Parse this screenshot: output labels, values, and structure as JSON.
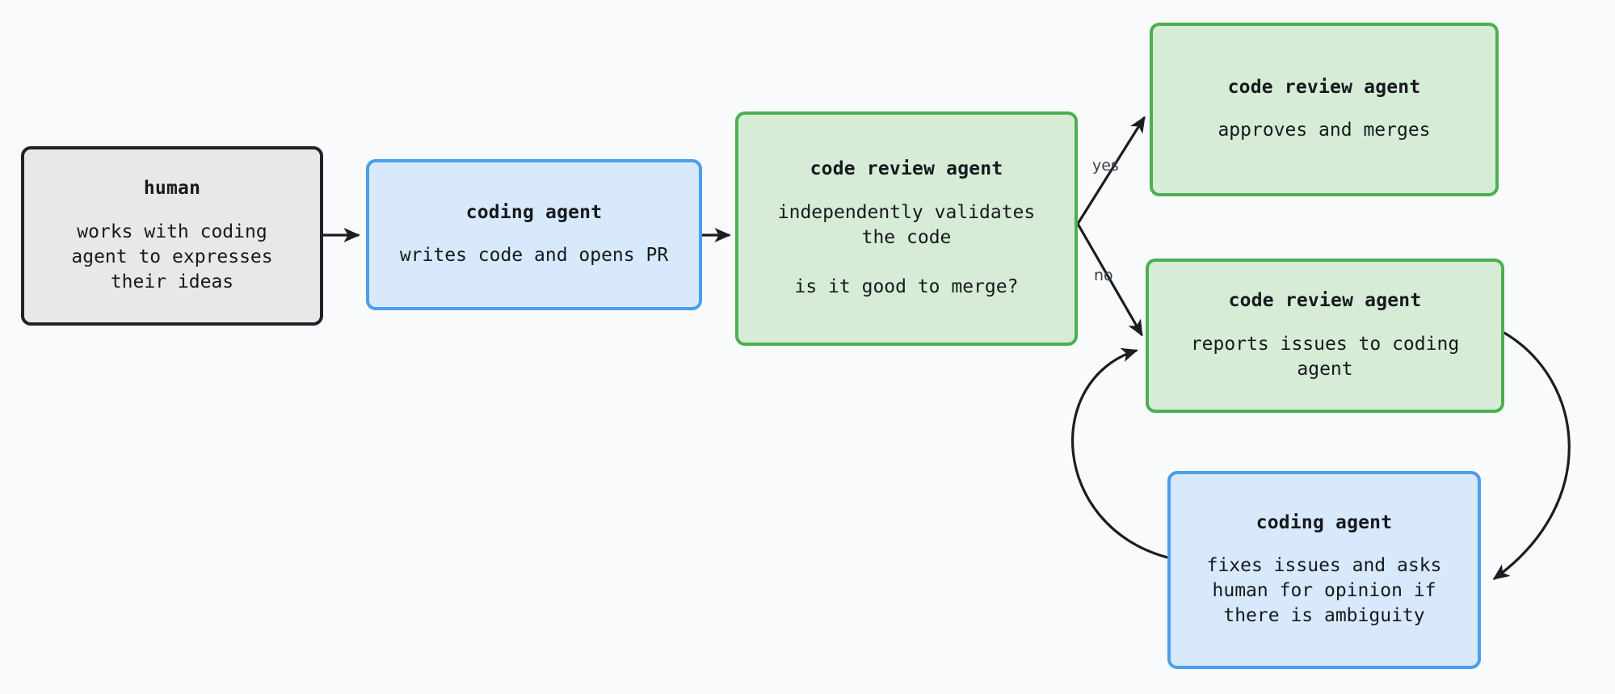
{
  "diagram": {
    "background_color": "#f8fafc",
    "nodes": [
      {
        "id": "human",
        "title": "human",
        "desc": "works with coding\nagent to expresses\ntheir ideas",
        "fill": "#e8e8e8",
        "stroke": "#1f2227"
      },
      {
        "id": "coding-agent-writes",
        "title": "coding agent",
        "desc": "writes code and opens PR",
        "fill": "#d7e9fb",
        "stroke": "#4a9eea"
      },
      {
        "id": "code-review-agent-validates",
        "title": "code review agent",
        "desc": "independently validates\nthe code",
        "desc2": "is it good to merge?",
        "fill": "#d6ecd7",
        "stroke": "#4caf50"
      },
      {
        "id": "code-review-agent-approves",
        "title": "code review agent",
        "desc": "approves and merges",
        "fill": "#d6ecd7",
        "stroke": "#4caf50"
      },
      {
        "id": "code-review-agent-reports",
        "title": "code review agent",
        "desc": "reports issues to coding\nagent",
        "fill": "#d6ecd7",
        "stroke": "#4caf50"
      },
      {
        "id": "coding-agent-fixes",
        "title": "coding agent",
        "desc": "fixes issues and asks\nhuman for opinion if\nthere is ambiguity",
        "fill": "#d7e9fb",
        "stroke": "#4a9eea"
      }
    ],
    "edges": [
      {
        "id": "human-to-coding",
        "label": ""
      },
      {
        "id": "coding-to-review",
        "label": ""
      },
      {
        "id": "review-to-approves",
        "label": "yes"
      },
      {
        "id": "review-to-reports",
        "label": "no"
      },
      {
        "id": "reports-to-fixes",
        "label": ""
      },
      {
        "id": "fixes-to-reports",
        "label": ""
      }
    ]
  }
}
